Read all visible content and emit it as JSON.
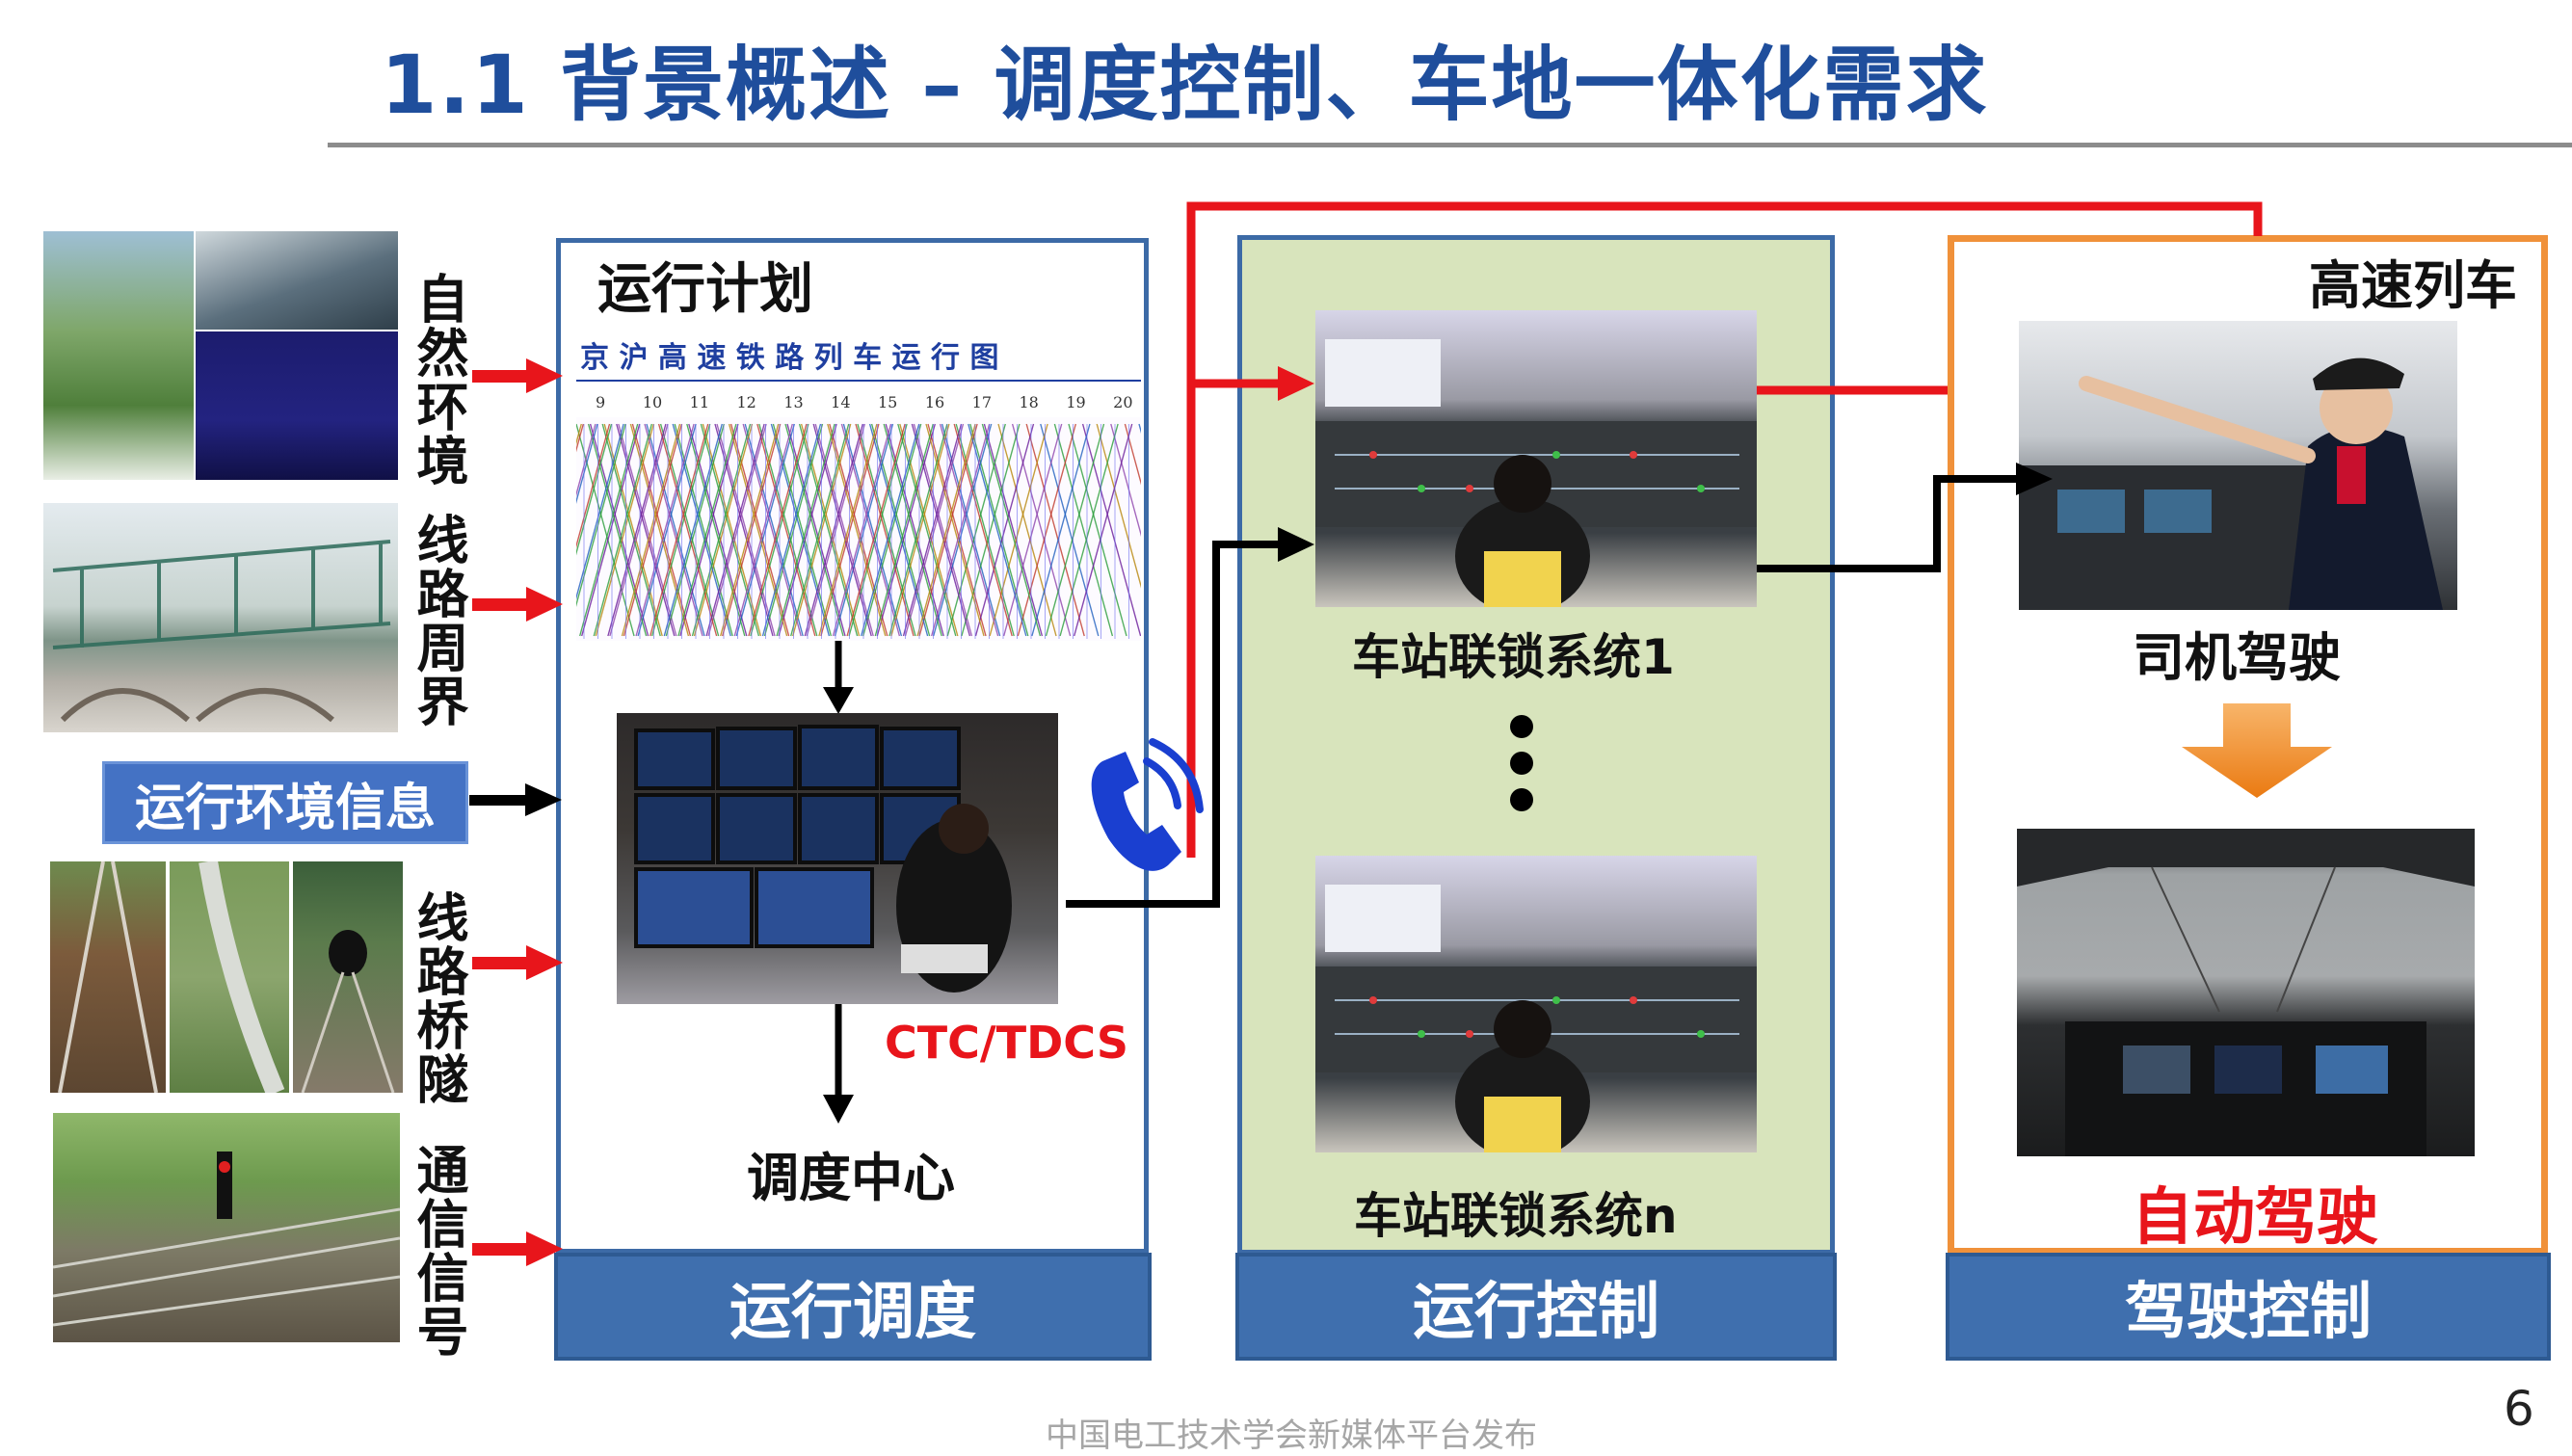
{
  "title": "1.1 背景概述 – 调度控制、车地一体化需求",
  "left_factors": {
    "natural": "自然环境",
    "perimeter": "线路周界",
    "env_info": "运行环境信息",
    "bridge": "线路桥隧",
    "signal": "通信信号"
  },
  "dispatch_panel": {
    "plan_label": "运行计划",
    "chart_title": "京 沪 高 速 铁 路 列 车 运 行 图",
    "hours": [
      "9",
      "10",
      "11",
      "12",
      "13",
      "14",
      "15",
      "16",
      "17",
      "18",
      "19",
      "20"
    ],
    "ctc_label": "CTC/TDCS",
    "center_label": "调度中心",
    "footer": "运行调度"
  },
  "control_panel": {
    "station1": "车站联锁系统1",
    "stationn": "车站联锁系统n",
    "footer": "运行控制"
  },
  "driving_panel": {
    "train_label": "高速列车",
    "driver_label": "司机驾驶",
    "auto_label": "自动驾驶",
    "footer": "驾驶控制"
  },
  "footer_text": "中国电工技术学会新媒体平台发布",
  "page_number": "6",
  "colors": {
    "title": "#1f4e9c",
    "panel_blue": "#3f6fae",
    "arrow_red": "#e8151b",
    "arrow_black": "#000000",
    "auto_red": "#e8151b",
    "driving_border": "#f0913a",
    "control_bg": "#d8e4bc",
    "phone": "#1a3fd0"
  }
}
